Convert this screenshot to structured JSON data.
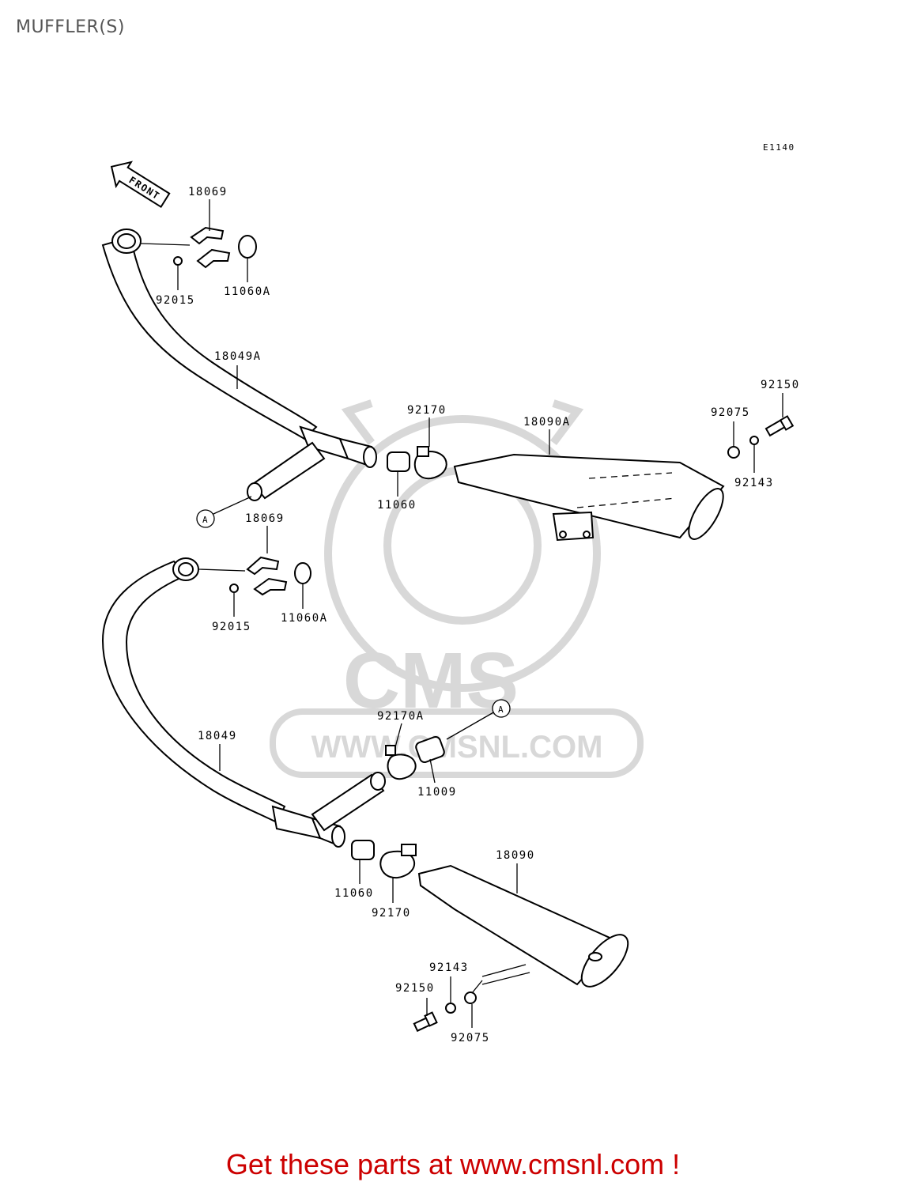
{
  "page": {
    "title": "MUFFLER(S)",
    "diagram_code": "E1140"
  },
  "front_arrow": {
    "label": "FRONT"
  },
  "callouts": {
    "ref_a_top": "A",
    "ref_a_bottom": "A"
  },
  "watermark": {
    "logo": "CMS",
    "url": "WWW.CMSNL.COM"
  },
  "parts": [
    {
      "id": "p1",
      "label": "18069"
    },
    {
      "id": "p2",
      "label": "92015"
    },
    {
      "id": "p3",
      "label": "11060A"
    },
    {
      "id": "p4",
      "label": "18049A"
    },
    {
      "id": "p5",
      "label": "92170"
    },
    {
      "id": "p6",
      "label": "18090A"
    },
    {
      "id": "p7",
      "label": "92075"
    },
    {
      "id": "p8",
      "label": "92150"
    },
    {
      "id": "p9",
      "label": "92143"
    },
    {
      "id": "p10",
      "label": "11060"
    },
    {
      "id": "p11",
      "label": "18069"
    },
    {
      "id": "p12",
      "label": "92015"
    },
    {
      "id": "p13",
      "label": "11060A"
    },
    {
      "id": "p14",
      "label": "18049"
    },
    {
      "id": "p15",
      "label": "92170A"
    },
    {
      "id": "p16",
      "label": "11009"
    },
    {
      "id": "p17",
      "label": "18090"
    },
    {
      "id": "p18",
      "label": "11060"
    },
    {
      "id": "p19",
      "label": "92170"
    },
    {
      "id": "p20",
      "label": "92143"
    },
    {
      "id": "p21",
      "label": "92150"
    },
    {
      "id": "p22",
      "label": "92075"
    }
  ],
  "footer": {
    "cta": "Get these parts at www.cmsnl.com !"
  }
}
